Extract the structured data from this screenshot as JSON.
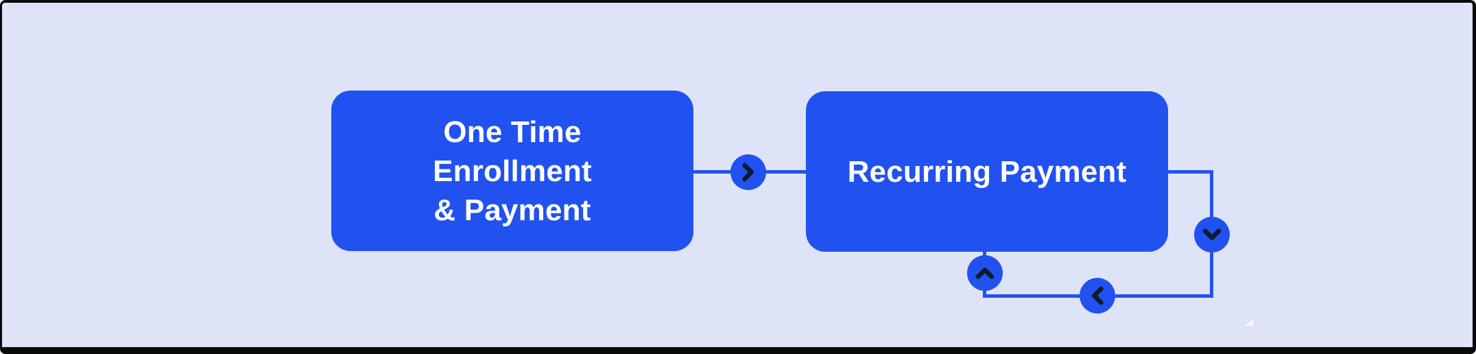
{
  "colors": {
    "canvas-bg": "#dfe3f8",
    "accent": "#2152f0",
    "chevron": "#0e1b2e",
    "node-text": "#ffffff",
    "frame-border": "#0a0a0a",
    "artifact": "#fbfcff"
  },
  "nodes": [
    {
      "id": "one-time-enrollment",
      "lines": [
        "One Time",
        "Enrollment",
        "& Payment"
      ]
    },
    {
      "id": "recurring-payment",
      "lines": [
        "Recurring Payment"
      ]
    }
  ],
  "connections": [
    {
      "from": "one-time-enrollment",
      "to": "recurring-payment",
      "type": "straight",
      "icons": [
        "chevron-right-icon"
      ]
    },
    {
      "from": "recurring-payment",
      "to": "recurring-payment",
      "type": "loop",
      "icons": [
        "chevron-down-icon",
        "chevron-left-icon",
        "chevron-up-icon"
      ]
    }
  ],
  "icons": [
    {
      "name": "chevron-right-icon",
      "glyph": "❯"
    },
    {
      "name": "chevron-down-icon",
      "glyph": "❮ rotated down"
    },
    {
      "name": "chevron-left-icon",
      "glyph": "❮"
    },
    {
      "name": "chevron-up-icon",
      "glyph": "❯ rotated up"
    }
  ]
}
